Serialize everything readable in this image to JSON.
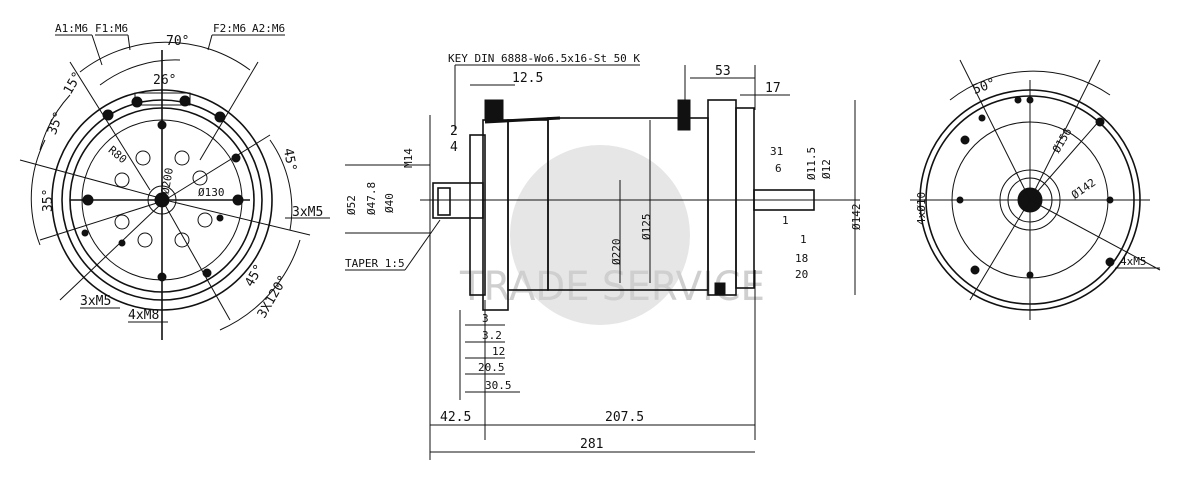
{
  "watermark": "TRADE SERVICE",
  "front_view": {
    "labels": {
      "a1": "A1:M6",
      "f1": "F1:M6",
      "f2": "F2:M6",
      "a2": "A2:M6",
      "angle70": "70°",
      "angle26": "26°",
      "angle15": "15°",
      "angle35a": "35°",
      "angle35b": "35°",
      "r80": "R80",
      "d200": "Ø200",
      "d130": "Ø130",
      "angle45a": "45°",
      "m5_right": "3xM5",
      "angle45b": "45°",
      "angle3x120": "3X120°",
      "m5_left": "3xM5",
      "m8": "4xM8"
    }
  },
  "side_view": {
    "labels": {
      "key": "KEY DIN 6888-Wo6.5x16-St 50 K",
      "d12_5": "12.5",
      "d53": "53",
      "d17": "17",
      "d2": "2",
      "d4": "4",
      "m14": "M14",
      "d52": "Ø52",
      "d47_8": "Ø47.8",
      "d40": "Ø40",
      "taper": "TAPER 1:5",
      "d125": "Ø125",
      "d220": "Ø220",
      "d31": "31",
      "d6": "6",
      "d11_5": "Ø11.5",
      "d12": "Ø12",
      "d142": "Ø142",
      "d1a": "1",
      "d1b": "1",
      "d18": "18",
      "d20": "20",
      "d3": "3",
      "d3_2": "3.2",
      "d12b": "12",
      "d20_5": "20.5",
      "d30_5": "30.5",
      "d42_5": "42.5",
      "d207_5": "207.5",
      "d281": "281"
    }
  },
  "rear_view": {
    "labels": {
      "angle50": "50°",
      "d156": "Ø156",
      "d142": "Ø142",
      "m5": "4xM5",
      "holes": "4xØ10"
    }
  }
}
